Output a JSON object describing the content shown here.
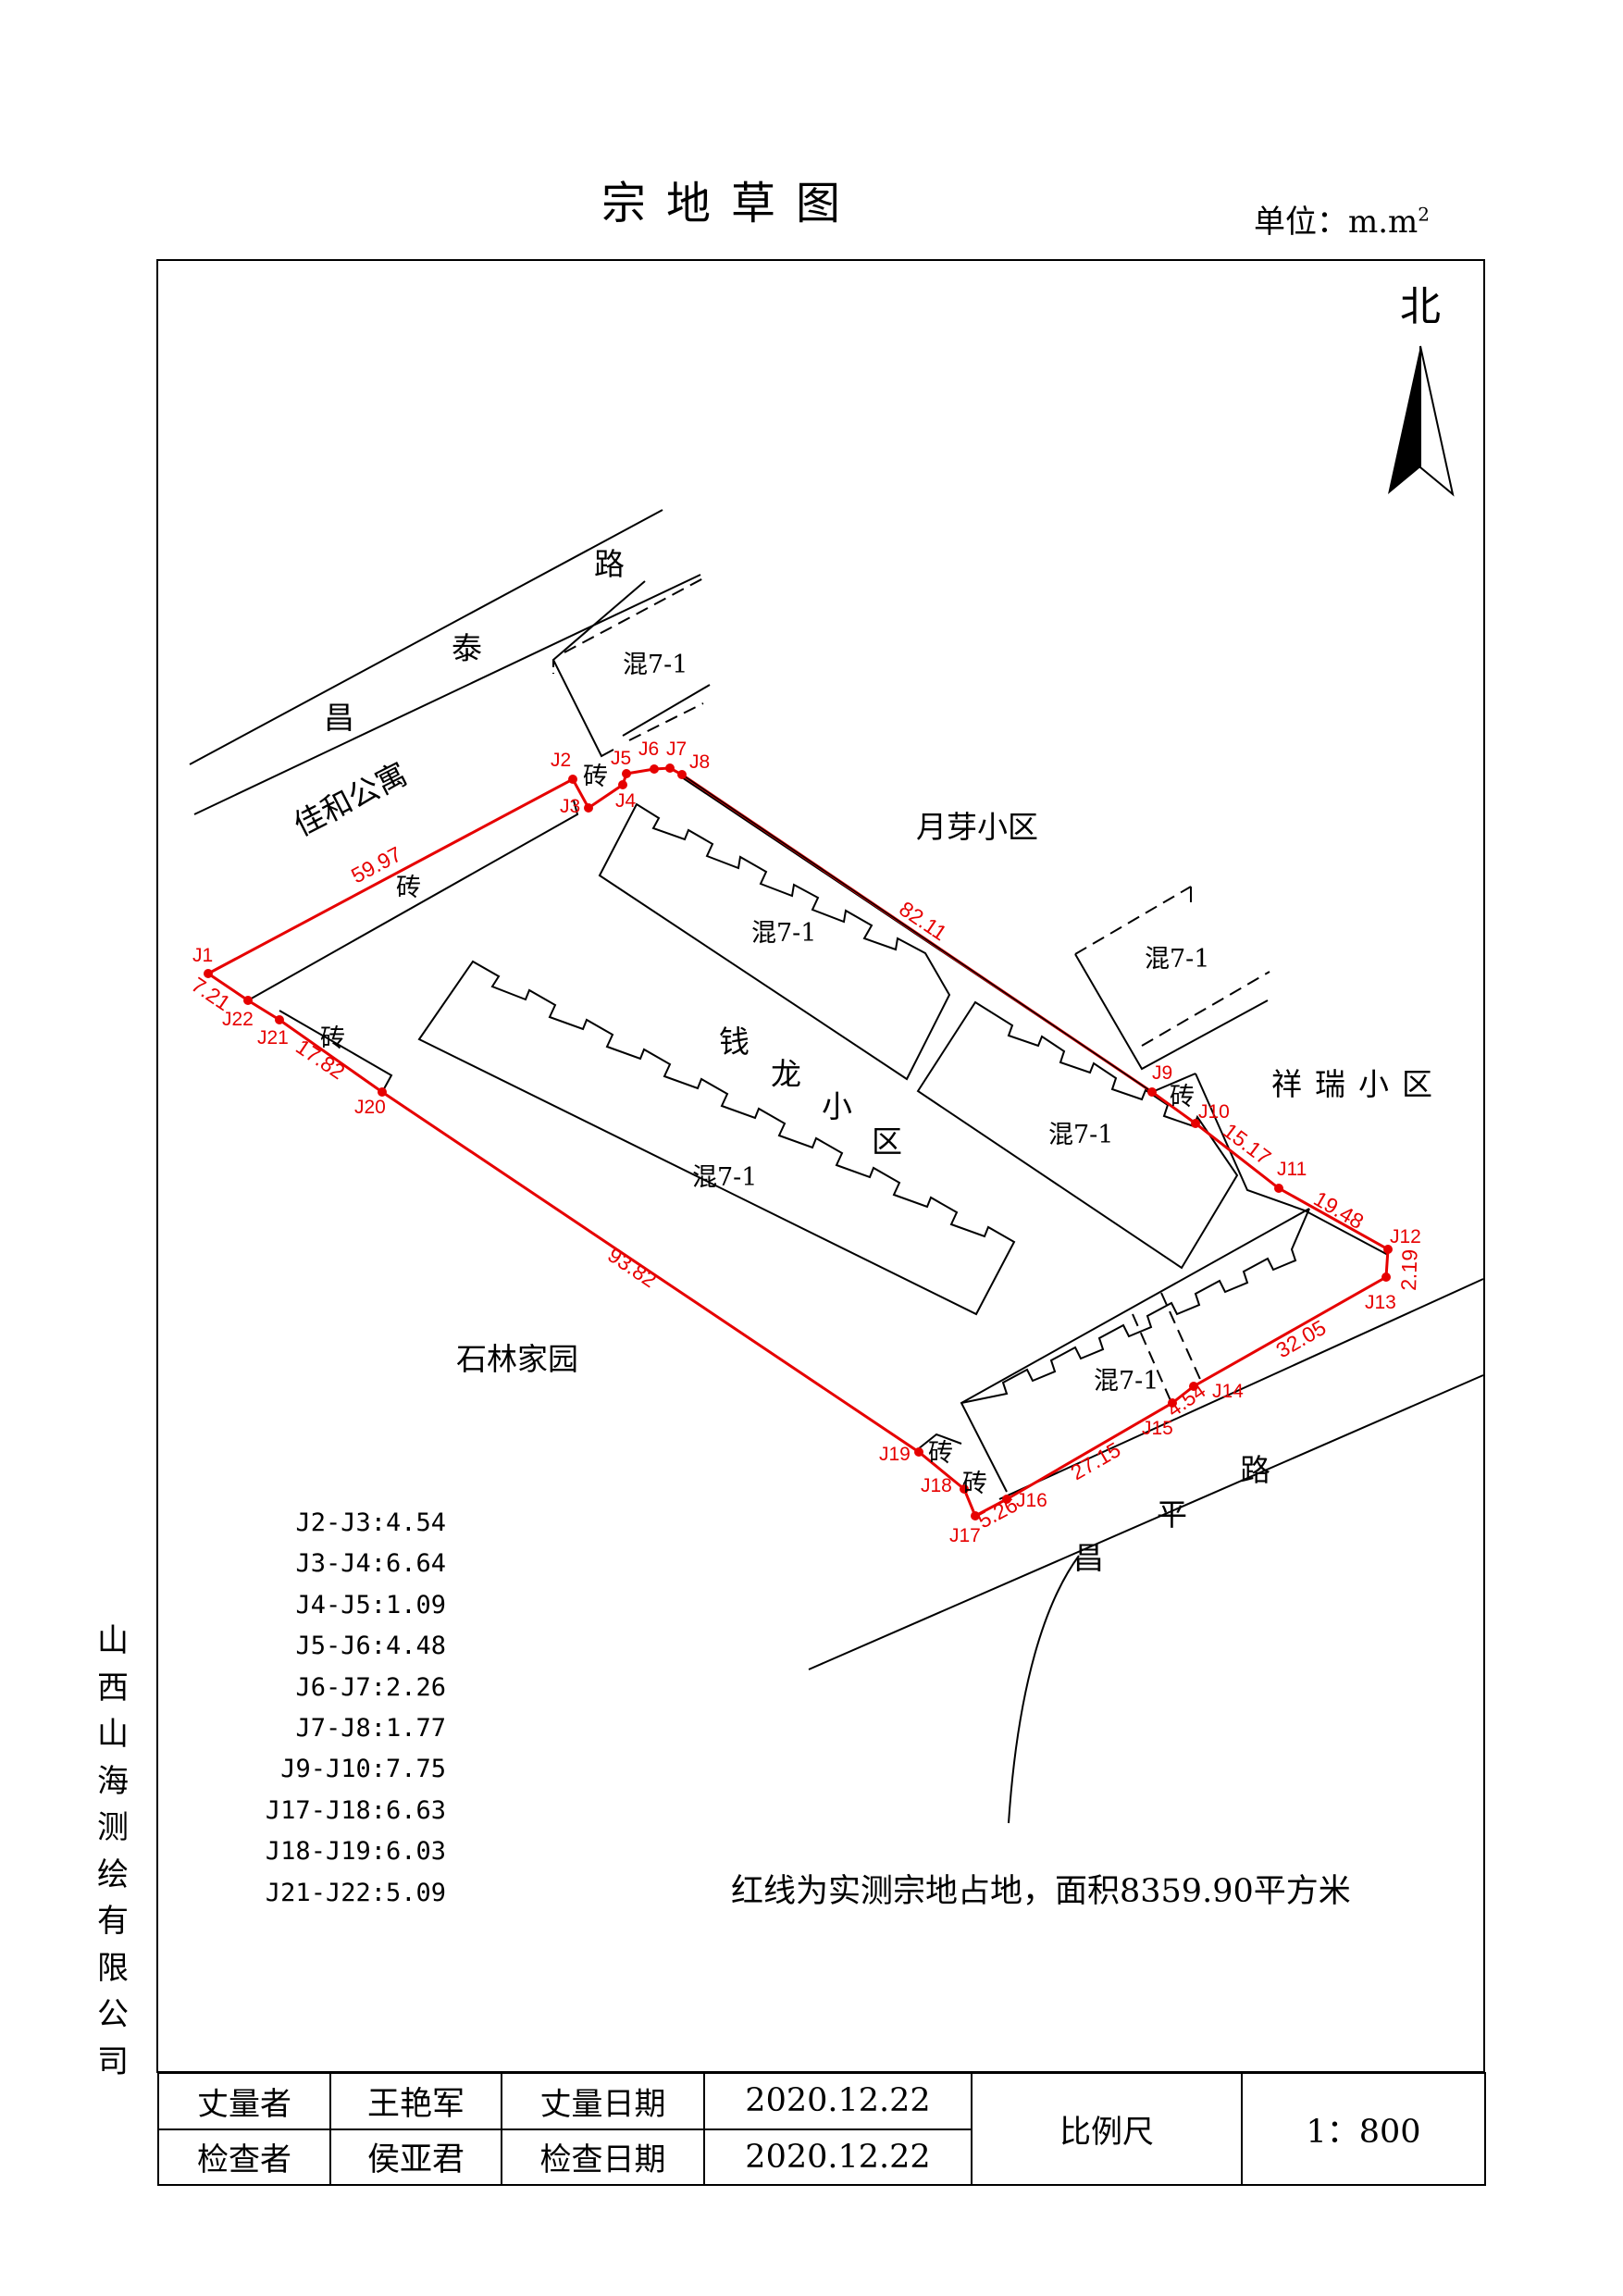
{
  "header": {
    "title": "宗地草图",
    "unit_text": "单位：m.m",
    "unit_sup": "2"
  },
  "company_vertical": [
    "山",
    "西",
    "山",
    "海",
    "测",
    "绘",
    "有",
    "限",
    "公",
    "司"
  ],
  "north_label": "北",
  "colors": {
    "boundary": "#e60000",
    "linework": "#000000"
  },
  "map_labels": {
    "road_north": [
      "路",
      "泰",
      "昌"
    ],
    "road_south": [
      "路",
      "平",
      "昌"
    ],
    "jiahe": "佳和公寓",
    "yueya": "月芽小区",
    "xiangrui": "祥瑞小区",
    "shilin": "石林家园",
    "qianlong": [
      "钱",
      "龙",
      "小",
      "区"
    ],
    "brick": "砖",
    "concrete": "混7-1"
  },
  "boundary_points": [
    "J1",
    "J2",
    "J3",
    "J4",
    "J5",
    "J6",
    "J7",
    "J8",
    "J9",
    "J10",
    "J11",
    "J12",
    "J13",
    "J14",
    "J15",
    "J16",
    "J17",
    "J18",
    "J19",
    "J20",
    "J21",
    "J22"
  ],
  "edge_lengths": {
    "j1_j2": "59.97",
    "j8_j9": "82.11",
    "j10_j11": "15.17",
    "j11_j12": "19.48",
    "j12_j13": "2.19",
    "j13_j14": "32.05",
    "j14_j15": "4.54",
    "j15_j16": "27.15",
    "j16_j17": "5.26",
    "j19_j20": "93.82",
    "j20_j21": "17.82",
    "j22_j1": "7.21"
  },
  "segment_list": [
    "J2-J3:4.54",
    "J3-J4:6.64",
    "J4-J5:1.09",
    "J5-J6:4.48",
    "J6-J7:2.26",
    "J7-J8:1.77",
    "J9-J10:7.75",
    "J17-J18:6.63",
    "J18-J19:6.03",
    "J21-J22:5.09"
  ],
  "note": "红线为实测宗地占地，面积8359.90平方米",
  "signoff": {
    "measurer_label": "丈量者",
    "measurer": "王艳军",
    "measure_date_label": "丈量日期",
    "measure_date": "2020.12.22",
    "checker_label": "检查者",
    "checker": "侯亚君",
    "check_date_label": "检查日期",
    "check_date": "2020.12.22",
    "scale_label": "比例尺",
    "scale": "1：800"
  }
}
